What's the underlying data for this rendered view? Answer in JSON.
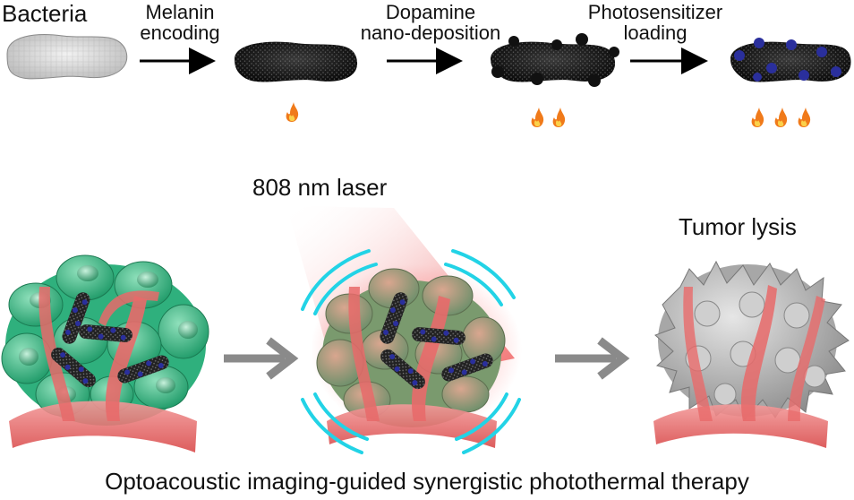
{
  "top_row": {
    "stage1_label": "Bacteria",
    "step1_label_line1": "Melanin",
    "step1_label_line2": "encoding",
    "step2_label_line1": "Dopamine",
    "step2_label_line2": "nano-deposition",
    "step3_label_line1": "Photosensitizer",
    "step3_label_line2": "loading"
  },
  "bottom_row": {
    "laser_label": "808 nm laser",
    "result_label": "Tumor lysis"
  },
  "caption": "Optoacoustic imaging-guided synergistic photothermal therapy",
  "colors": {
    "tumor_cell": "#3cbf8a",
    "vessel": "#e86a6a",
    "laser": "#f06a6a",
    "sound_wave": "#22d3e6",
    "photosensitizer": "#2a2f9c",
    "arrow_gray": "#8a8a8a",
    "flame": "#f07a1a",
    "lysed_cell": "#b8b8b8"
  },
  "icons": [
    "flame-icon",
    "arrow-right-icon",
    "bacterium-icon",
    "tumor-icon",
    "laser-beam-icon",
    "acoustic-wave-icon"
  ]
}
